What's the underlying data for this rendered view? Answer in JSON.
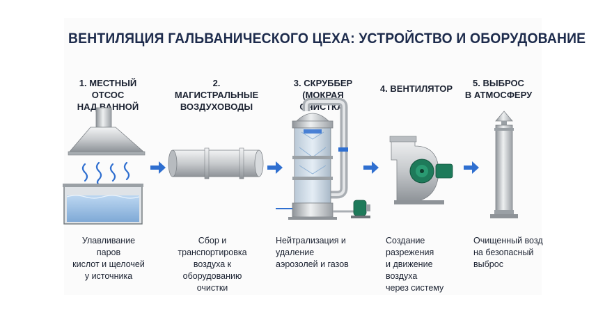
{
  "title": "ВЕНТИЛЯЦИЯ ГАЛЬВАНИЧЕСКОГО ЦЕХА: УСТРОЙСТВО И ОБОРУДОВАНИЕ",
  "steps": [
    {
      "label_line1": "1. МЕСТНЫЙ ОТСОС",
      "label_line2": "НАД ВАННОЙ",
      "desc_line1": "Улавливание паров",
      "desc_line2": "кислот и щелочей",
      "desc_line3": "у источника"
    },
    {
      "label_line1": "2. МАГИСТРАЛЬНЫЕ",
      "label_line2": "ВОЗДУХОВОДЫ",
      "desc_line1": "Сбор и транспортировка",
      "desc_line2": "воздуха к оборудованию",
      "desc_line3": "очистки"
    },
    {
      "label_line1": "3. СКРУББЕР",
      "label_line2": "(МОКРАЯ ОЧИСТКА)",
      "desc_line1": "Нейтрализация и удаление",
      "desc_line2": "аэрозолей и газов",
      "desc_line3": ""
    },
    {
      "label_line1": "4. ВЕНТИЛЯТОР",
      "label_line2": "",
      "desc_line1": "Создание разрежения",
      "desc_line2": "и движение воздуха",
      "desc_line3": "через систему"
    },
    {
      "label_line1": "5. ВЫБРОС",
      "label_line2": "В АТМОСФЕРУ",
      "desc_line1": "Очищенный воздух",
      "desc_line2": "на безопасный",
      "desc_line3": "выброс"
    }
  ],
  "colors": {
    "title": "#1d2b4c",
    "arrow": "#2f6fd0",
    "liquid": "#9cc4ec",
    "metal": "#c9ccd0",
    "motor": "#1e7a5a"
  }
}
